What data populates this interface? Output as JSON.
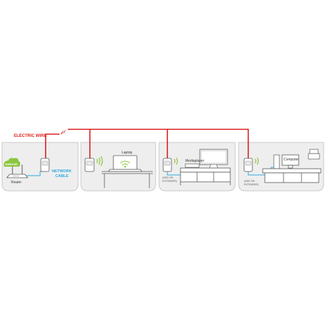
{
  "labels": {
    "electric_wire": "ELECTRIC WIRE",
    "network_line1": "NETWORK",
    "network_line2": "CABLE",
    "router": "Router",
    "badge": "Internet",
    "laptop": "Laptop",
    "mediaplayer": "Mediaplayer",
    "computer": "Computer",
    "add_on_line1": "(ADD ON",
    "add_on_line2": "EXTENDER)",
    "add_on2_line1": "(ADD ON",
    "add_on2_line2": "EXTENDER)"
  },
  "colors": {
    "electric_wire": "#d81e1e",
    "network_cable": "#29a9e1",
    "wifi": "#8cc63f",
    "panel_bg": "#eeeeee",
    "panel_border": "#c8c8c8",
    "line_art": "#555555"
  },
  "icons": [
    "lightning-icon",
    "wifi-icon"
  ]
}
